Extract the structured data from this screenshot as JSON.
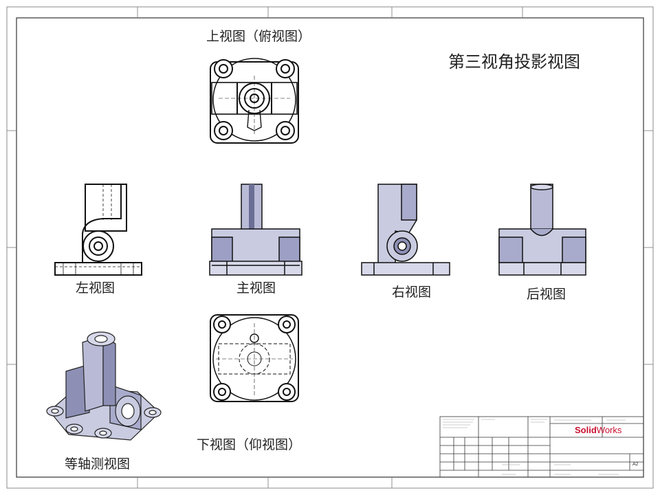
{
  "sheet": {
    "title": "第三视角投影视图",
    "views": {
      "top": "上视图（俯视图）",
      "left": "左视图",
      "front": "主视图",
      "right": "右视图",
      "back": "后视图",
      "bottom": "下视图（仰视图）",
      "iso": "等轴测视图"
    }
  },
  "title_block": {
    "logo_bold": "Solid",
    "logo_normal": "Works",
    "sheet_size": "A2"
  },
  "colors": {
    "part_fill": "#c9cbe0",
    "part_shade": "#8d90b4",
    "line": "#111111",
    "logo_red": "#c8102e"
  }
}
